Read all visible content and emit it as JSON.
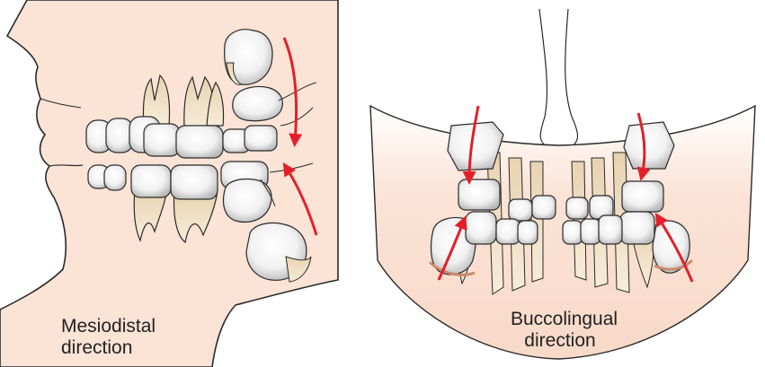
{
  "panels": {
    "left": {
      "caption_line1": "Mesiodistal",
      "caption_line2": "direction"
    },
    "right": {
      "caption_line1": "Buccolingual",
      "caption_line2": "direction"
    }
  },
  "colors": {
    "skin": "#fbe3d6",
    "skin_outline": "#2a2a2a",
    "crown_light": "#ffffff",
    "crown_shade": "#c9c9c9",
    "root": "#efdcbf",
    "arrow": "#e3202a"
  },
  "icons": [
    "red-curved-arrow",
    "tooth-crown",
    "tooth-root"
  ]
}
